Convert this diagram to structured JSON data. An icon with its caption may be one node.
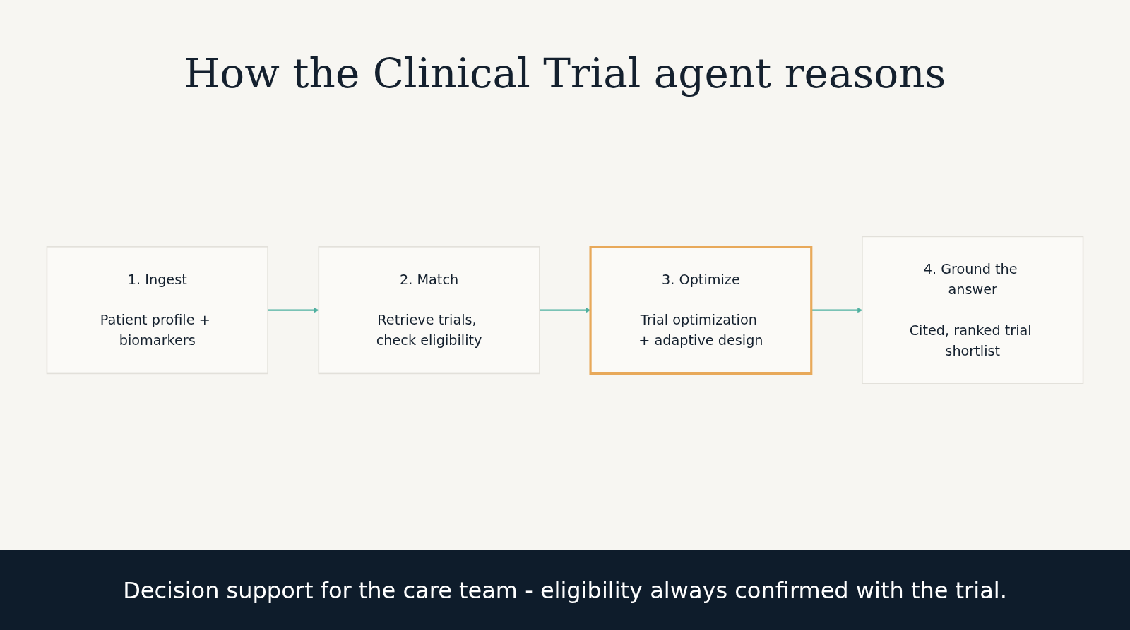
{
  "diagram": {
    "title": "How the Clinical Trial agent reasons",
    "nodes": [
      {
        "text": [
          "1. Ingest",
          "Patient profile + biomarkers"
        ]
      },
      {
        "text": [
          "2. Match",
          "Retrieve trials, check eligibility"
        ]
      },
      {
        "text": [
          "3. Optimize",
          "Trial optimization + adaptive design"
        ]
      },
      {
        "text": [
          "4. Ground the answer",
          "Cited, ranked trial shortlist"
        ]
      }
    ],
    "edges": [
      {
        "from": 0,
        "to": 1,
        "arrow": "to"
      },
      {
        "from": 1,
        "to": 2,
        "arrow": "to"
      },
      {
        "from": 2,
        "to": 3,
        "arrow": "to"
      }
    ],
    "caption": "Decision support for the care team - eligibility always confirmed with the trial."
  }
}
